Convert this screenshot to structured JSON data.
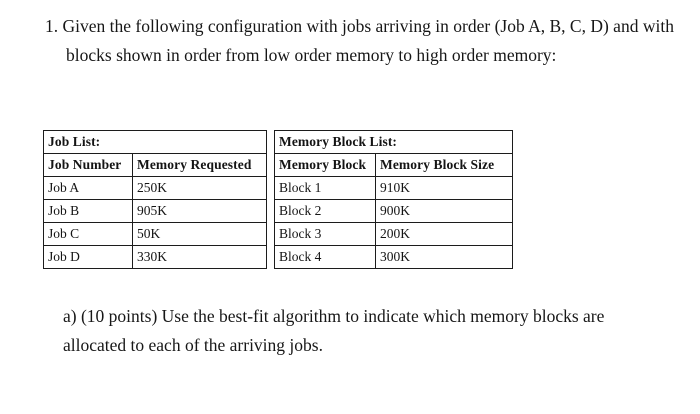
{
  "document": {
    "question_number": "1.",
    "stem": "1. Given the following configuration with jobs arriving in order (Job A, B, C, D) and with blocks shown in order from low order memory to high order memory:",
    "part_a": "a) (10 points) Use the best-fit algorithm to indicate which memory blocks are allocated to each of the arriving jobs."
  },
  "job_list_table": {
    "title": "Job List:",
    "headers": [
      "Job Number",
      "Memory Requested"
    ],
    "rows": [
      [
        "Job A",
        "250K"
      ],
      [
        "Job B",
        "905K"
      ],
      [
        "Job C",
        "50K"
      ],
      [
        "Job D",
        "330K"
      ]
    ]
  },
  "memory_block_table": {
    "title": "Memory Block List:",
    "headers": [
      "Memory Block",
      "Memory Block Size"
    ],
    "rows": [
      [
        "Block 1",
        "910K"
      ],
      [
        "Block 2",
        "900K"
      ],
      [
        "Block 3",
        "200K"
      ],
      [
        "Block 4",
        "300K"
      ]
    ]
  },
  "colors": {
    "page_background": "#ffffff",
    "text": "#171717",
    "table_border": "#1c1c1c"
  }
}
